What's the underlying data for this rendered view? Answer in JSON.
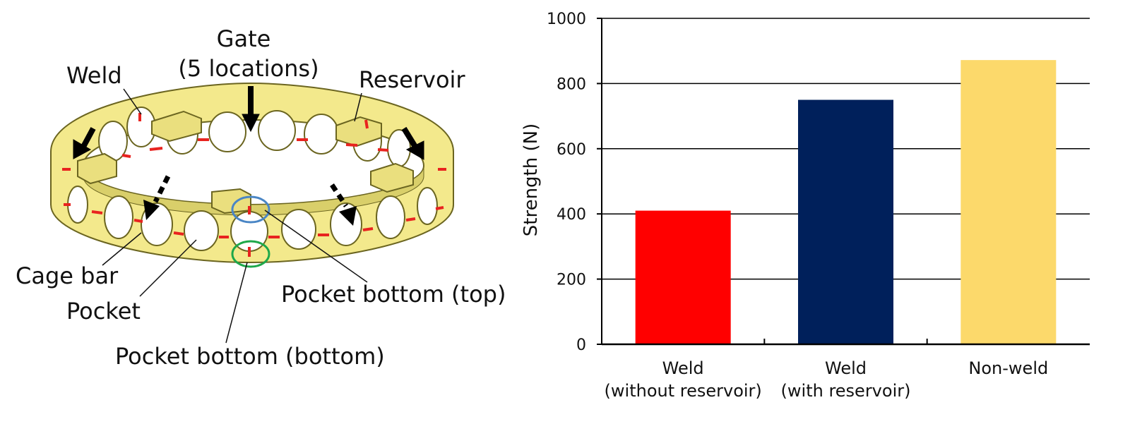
{
  "diagram": {
    "labels": {
      "gate_line1": "Gate",
      "gate_line2": "(5 locations)",
      "weld": "Weld",
      "reservoir": "Reservoir",
      "cage_bar": "Cage bar",
      "pocket": "Pocket",
      "pocket_bottom_top": "Pocket bottom (top)",
      "pocket_bottom_bottom": "Pocket bottom (bottom)"
    },
    "colors": {
      "ring": "#f3e98c",
      "ring_edge": "#6b6520",
      "weld_marks": "#e8231f",
      "top_circle": "#4a86c5",
      "bottom_circle": "#1ea84a"
    }
  },
  "chart_data": {
    "type": "bar",
    "categories": [
      [
        "Weld",
        "(without reservoir)"
      ],
      [
        "Weld",
        "(with reservoir)"
      ],
      [
        "Non-weld"
      ]
    ],
    "values": [
      410,
      750,
      872
    ],
    "colors": [
      "#ff0000",
      "#00205b",
      "#fcd96b"
    ],
    "ylabel": "Strength (N)",
    "ylim": [
      0,
      1000
    ],
    "yticks": [
      0,
      200,
      400,
      600,
      800,
      1000
    ],
    "grid": true
  }
}
